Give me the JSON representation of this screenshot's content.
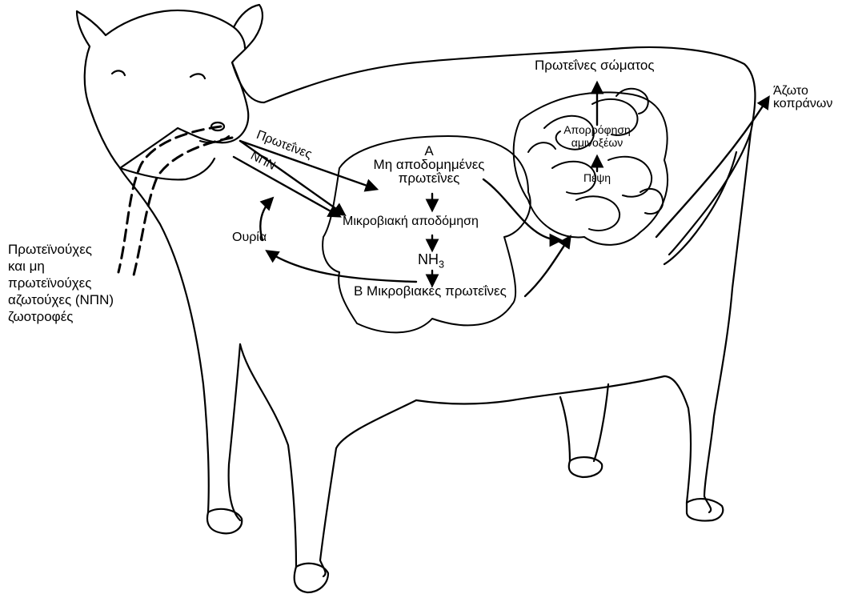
{
  "diagram": {
    "title": "",
    "colors": {
      "ink": "#000000",
      "background": "#ffffff"
    },
    "labels": {
      "feed": [
        "Πρωτεϊνούχες",
        "και μη",
        "πρωτεϊνούχες",
        "αζωτούχες (ΝΠΝ)",
        "ζωοτροφές"
      ],
      "proteins_pathway": "Πρωτεΐνες",
      "npn_pathway": "ΝΠΝ",
      "urea": "Ουρία",
      "section_a_letter": "Α",
      "undegraded": [
        "Μη αποδομημένες",
        "πρωτεΐνες"
      ],
      "microbial_degradation": "Μικροβιακή αποδόμηση",
      "nh3_base": "NH",
      "nh3_sub": "3",
      "microbial_proteins": "Β Μικροβιακές πρωτεΐνες",
      "body_proteins": "Πρωτεΐνες σώματος",
      "absorption": [
        "Απορρόφηση",
        "αμινοξέων"
      ],
      "digestion": "Πέψη",
      "fecal_nitrogen": [
        "Άζωτο",
        "κοπράνων"
      ]
    }
  }
}
